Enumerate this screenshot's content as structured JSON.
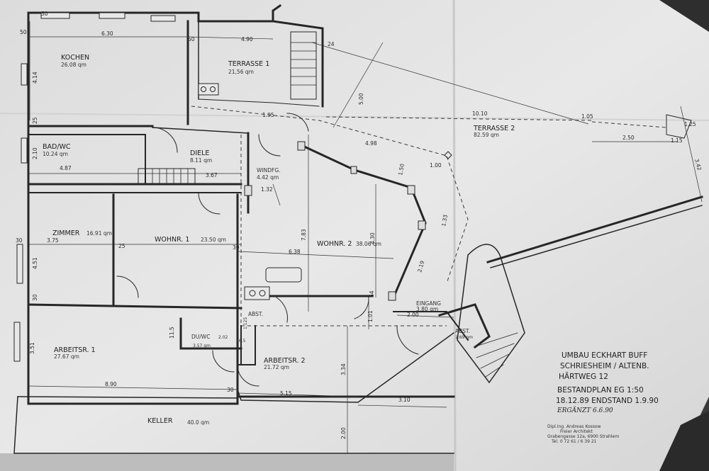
{
  "rooms": {
    "kochen": {
      "name": "KOCHEN",
      "area": "26.08 qm"
    },
    "terrasse1": {
      "name": "TERRASSE 1",
      "area": "21,56 qm"
    },
    "terrasse2": {
      "name": "TERRASSE 2",
      "area": "82.59 qm"
    },
    "badwc": {
      "name": "BAD/WC",
      "area": "10.24 qm"
    },
    "diele": {
      "name": "DIELE",
      "area": "8.11 qm"
    },
    "windfg": {
      "name": "WINDFG.",
      "area": "4.42 qm"
    },
    "zimmer": {
      "name": "ZIMMER",
      "area": "16.91 qm"
    },
    "wohnr1": {
      "name": "WOHNR. 1",
      "area": "23.50 qm"
    },
    "wohnr2": {
      "name": "WOHNR. 2",
      "area": "38.06 qm"
    },
    "abst1": {
      "name": "ABST."
    },
    "eingang": {
      "name": "EINGANG",
      "area": "3.80 qm"
    },
    "abst2": {
      "name": "ABST.",
      "area": "1.69 qm"
    },
    "duwc": {
      "name": "DU/WC",
      "area": "3.57 qm"
    },
    "arbeitsr1": {
      "name": "ARBEITSR. 1",
      "area": "27.67 qm"
    },
    "arbeitsr2": {
      "name": "ARBEITSR. 2",
      "area": "21.72 qm"
    },
    "keller": {
      "name": "KELLER",
      "area": "40.0 qm"
    }
  },
  "dimensions": {
    "d630": "6.30",
    "d490": "4.90",
    "d50a": "50",
    "d50b": "50",
    "d24": "24",
    "d30a": "30",
    "d414": "4.14",
    "d25a": "25",
    "d210": "2.10",
    "d487": "4.87",
    "d367": "3.67",
    "d500": "5.00",
    "d1010": "10.10",
    "d105": "1.05",
    "d125": "1.25",
    "d250": "2.50",
    "d115": "1.15",
    "d342": "3.42",
    "d195": "1.95",
    "d498": "4.98",
    "d150": "1.50",
    "d100": "1.00",
    "d133": "1.33",
    "d430": "4.30",
    "d783": "7.83",
    "d132": "1.32",
    "d375": "3.75",
    "d25b": "25",
    "d30b": "30",
    "d30c": "30",
    "d638": "6.38",
    "d451": "4.51",
    "d30d": "30",
    "d219": "2.19",
    "d101": "1.01",
    "d64": "64",
    "d200a": "2.00",
    "d115b": "11.5",
    "d202": "2.02",
    "d765": "76.5",
    "d1125": "1.125",
    "d351": "3.51",
    "d890": "8.90",
    "d515": "5.15",
    "d310": "3.10",
    "d334": "3.34",
    "d30e": "30",
    "d200b": "2.00"
  },
  "title_block": {
    "line1": "UMBAU ECKHART BUFF",
    "line2": "SCHRIESHEIM / ALTENB.",
    "line3": "HÄRTWEG  12",
    "line4": "BESTANDPLAN  EG   1:50",
    "line5": "18.12.89  ENDSTAND  1.9.90",
    "handwritten": "ERGÄNZT  6.6.90",
    "architect": "Dipl.Ing. Andreas Kossow",
    "architect_sub": "Freier Architekt",
    "address": "Grabengasse 12a, 6900 Strahlem",
    "phone": "Tel. 0 72 61 / 6 39 21"
  },
  "colors": {
    "paper": "#e6e6e6",
    "ink": "#262626",
    "background": "#3a3a3a"
  }
}
